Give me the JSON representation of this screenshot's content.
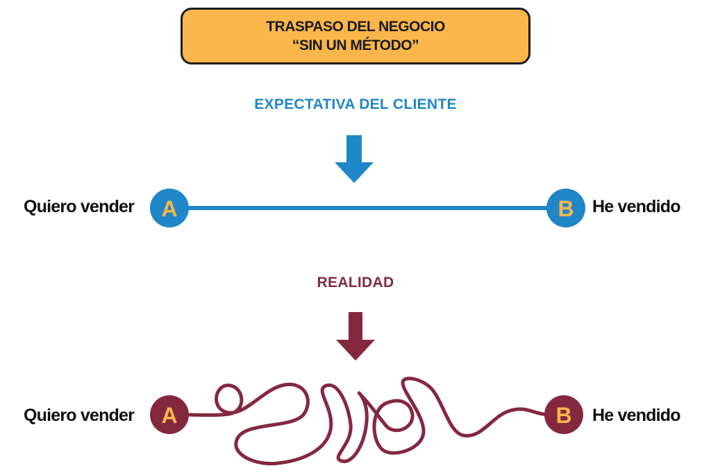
{
  "title": {
    "line1": "TRASPASO DEL NEGOCIO",
    "line2": "“SIN UN MÉTODO”"
  },
  "expectation": {
    "heading": "EXPECTATIVA DEL CLIENTE",
    "start_label": "Quiero vender",
    "end_label": "He vendido",
    "start_node": "A",
    "end_node": "B"
  },
  "reality": {
    "heading": "REALIDAD",
    "start_label": "Quiero vender",
    "end_label": "He vendido",
    "start_node": "A",
    "end_node": "B"
  },
  "colors": {
    "title_bg": "#fbb64b",
    "expectation": "#1f86c7",
    "reality": "#842840",
    "node_letter": "#fbb64b",
    "text": "#0e0e0e"
  }
}
